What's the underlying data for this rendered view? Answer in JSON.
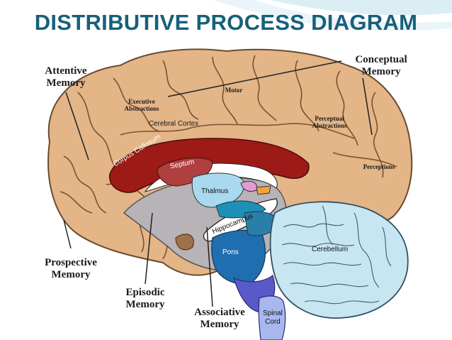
{
  "title": "DISTRIBUTIVE PROCESS  DIAGRAM",
  "labels": {
    "attentive_memory": [
      "Attentive",
      "Memory"
    ],
    "conceptual_memory": [
      "Conceptual",
      "Memory"
    ],
    "prospective_memory": [
      "Prospective",
      "Memory"
    ],
    "episodic_memory": [
      "Episodic",
      "Memory"
    ],
    "associative_memory": [
      "Associative",
      "Memory"
    ]
  },
  "regions": {
    "executive": [
      "Executive",
      "Abstractions"
    ],
    "motor": "Motor",
    "cerebral_cortex": "Cerebral Cortex",
    "perceptual": [
      "Perceptual",
      "Abstractions"
    ],
    "perceptions": "Perceptions",
    "corpus_callosum": "Corpus Callosum",
    "septum": "Septum",
    "thalmus": "Thalmus",
    "hippocampus": "Hippocampus",
    "pons": "Pons",
    "cerebellum": "Cerebellum",
    "spinal_cord": [
      "Spinal",
      "Cord"
    ]
  },
  "colors": {
    "title": "#17607a",
    "cortex": "#e3b587",
    "corpus_callosum": "#9c1b17",
    "cerebellum": "#c8e6f2",
    "thalamus": "#a9d9ef",
    "pons": "#1f6fb0"
  }
}
